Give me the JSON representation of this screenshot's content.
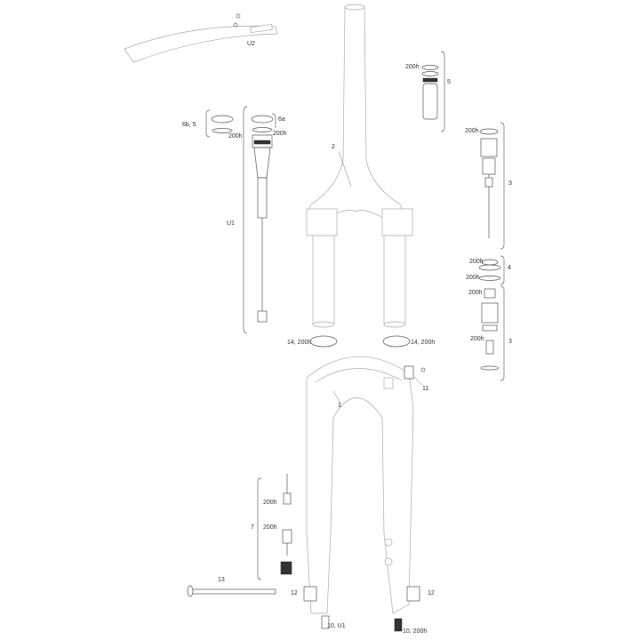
{
  "labels": {
    "u2": "U2",
    "p5_200h": "200h",
    "p5": "5",
    "p6b5": "6b, 5",
    "p6b5_200h": "200h",
    "p6a": "6a",
    "p6a_200h": "200h",
    "p2": "2",
    "p3a_200h": "200h",
    "p3a": "3",
    "u1": "U1",
    "p4_200h_top": "200h",
    "p4": "4",
    "p4_200h_bottom": "200h",
    "p3b_200h_top": "200h",
    "p3b": "3",
    "p3b_200h_bottom": "200h",
    "p14_left": "14, 200h",
    "p14_right": "14, 200h",
    "p11": "11",
    "p1": "1",
    "p7_200h_top": "200h",
    "p7_200h_bottom": "200h",
    "p7": "7",
    "p13": "13",
    "p12_left": "12",
    "p12_right": "12",
    "p10_u1": "10, U1",
    "p10_200h": "10, 200h"
  }
}
